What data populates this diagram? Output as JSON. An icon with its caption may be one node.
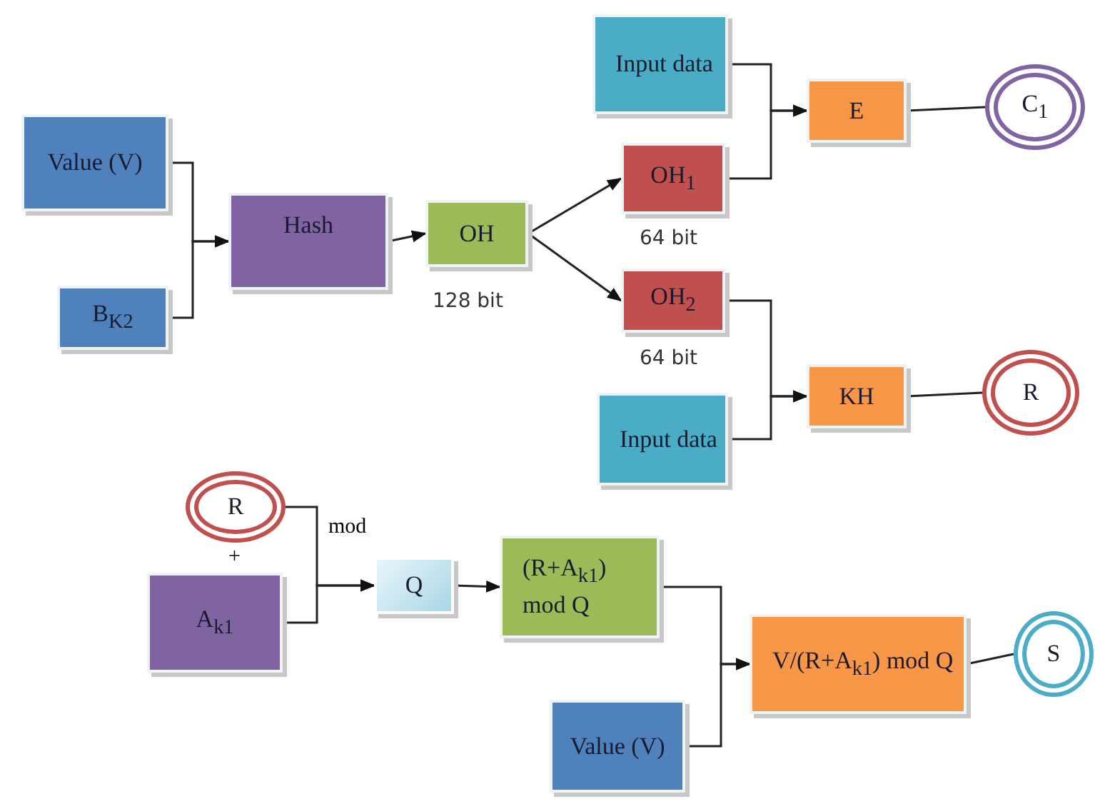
{
  "diagram": {
    "nodes": [
      {
        "text": [
          "Value (V)"
        ]
      },
      {
        "text": [
          "B$_{K2}$"
        ]
      },
      {
        "text": [
          "Hash"
        ]
      },
      {
        "text": [
          "OH"
        ],
        "beside": [
          "128 bit"
        ]
      },
      {
        "text": [
          "Input data"
        ]
      },
      {
        "text": [
          "OH$_{1}$"
        ],
        "beside": [
          "64 bit"
        ]
      },
      {
        "text": [
          "E"
        ]
      },
      {
        "text": [
          "C$_{1}$"
        ]
      },
      {
        "text": [
          "OH$_{2}$"
        ],
        "beside": [
          "64 bit"
        ]
      },
      {
        "text": [
          "Input data"
        ]
      },
      {
        "text": [
          "KH"
        ]
      },
      {
        "text": [
          "R"
        ]
      },
      {
        "text": [
          "R"
        ]
      },
      {
        "text": [
          "A$_{k1}$"
        ]
      },
      {
        "text": [
          "Q"
        ]
      },
      {
        "text": [
          "(R+A$_{k1}$) mod Q"
        ]
      },
      {
        "text": [
          "Value (V)"
        ]
      },
      {
        "text": [
          "V/(R+A$_{k1}$) mod Q"
        ]
      },
      {
        "text": [
          "S"
        ]
      }
    ],
    "edges": [
      {
        "from": 0,
        "to": 2,
        "arrow": "to"
      },
      {
        "from": 1,
        "to": 2,
        "arrow": "to"
      },
      {
        "from": 2,
        "to": 3,
        "arrow": "to"
      },
      {
        "from": 3,
        "to": 5,
        "arrow": "to"
      },
      {
        "from": 3,
        "to": 8,
        "arrow": "to"
      },
      {
        "from": 4,
        "to": 6,
        "arrow": "to"
      },
      {
        "from": 5,
        "to": 6,
        "arrow": "to"
      },
      {
        "from": 6,
        "to": 7,
        "arrow": "none"
      },
      {
        "from": 8,
        "to": 10,
        "arrow": "to"
      },
      {
        "from": 9,
        "to": 10,
        "arrow": "to"
      },
      {
        "from": 10,
        "to": 11,
        "arrow": "none"
      },
      {
        "from": 12,
        "to": 14,
        "arrow": "to"
      },
      {
        "from": 13,
        "to": 14,
        "arrow": "to"
      },
      {
        "from": 14,
        "to": 15,
        "arrow": "to"
      },
      {
        "from": 15,
        "to": 17,
        "arrow": "to"
      },
      {
        "from": 16,
        "to": 17,
        "arrow": "to"
      },
      {
        "from": 17,
        "to": 18,
        "arrow": "none"
      }
    ],
    "labels": [
      "mod",
      "+"
    ]
  }
}
